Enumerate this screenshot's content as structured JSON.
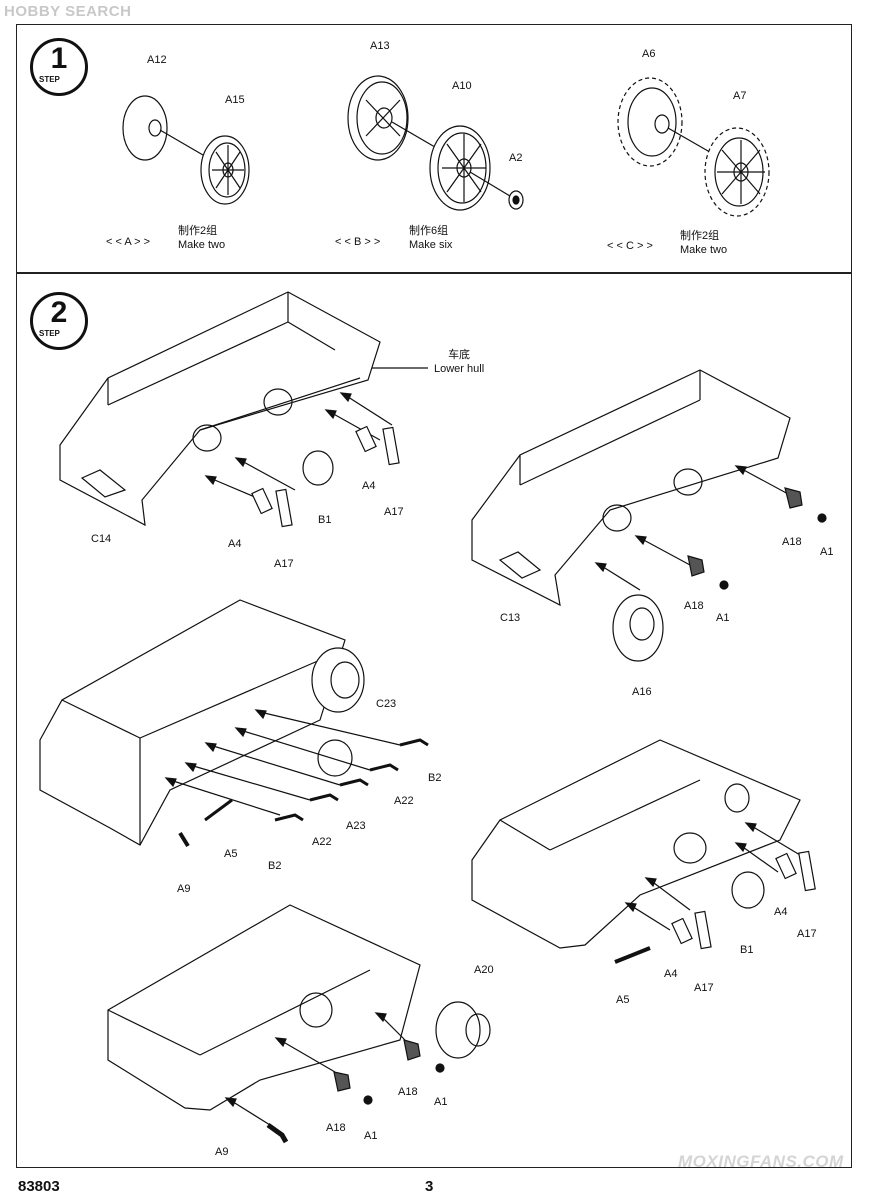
{
  "header": {
    "logo_text": "HOBBY SEARCH"
  },
  "step1": {
    "badge": {
      "number": "1",
      "word": "STEP"
    },
    "assemblies": [
      {
        "tag": "< < A > >",
        "cn": "制作2组",
        "en": "Make two",
        "parts": [
          "A12",
          "A15"
        ]
      },
      {
        "tag": "< < B > >",
        "cn": "制作6组",
        "en": "Make six",
        "parts": [
          "A13",
          "A10",
          "A2"
        ]
      },
      {
        "tag": "< < C > >",
        "cn": "制作2组",
        "en": "Make two",
        "parts": [
          "A6",
          "A7"
        ]
      }
    ]
  },
  "step2": {
    "badge": {
      "number": "2",
      "word": "STEP"
    },
    "hull_label": {
      "cn": "车底",
      "en": "Lower hull"
    },
    "view1_parts": [
      "A4",
      "A17",
      "B1",
      "A4",
      "A17",
      "C14"
    ],
    "view2_parts": [
      "A18",
      "A1",
      "A18",
      "A1",
      "C13",
      "A16"
    ],
    "view3_parts": [
      "C23",
      "B2",
      "A22",
      "A23",
      "A22",
      "B2",
      "A5",
      "A9"
    ],
    "view4_parts": [
      "A4",
      "A17",
      "B1",
      "A4",
      "A17",
      "A5"
    ],
    "view5_parts": [
      "A20",
      "A18",
      "A1",
      "A18",
      "A1",
      "A9"
    ]
  },
  "footer": {
    "code": "83803",
    "page": "3",
    "watermark": "MOXINGFANS.COM"
  }
}
